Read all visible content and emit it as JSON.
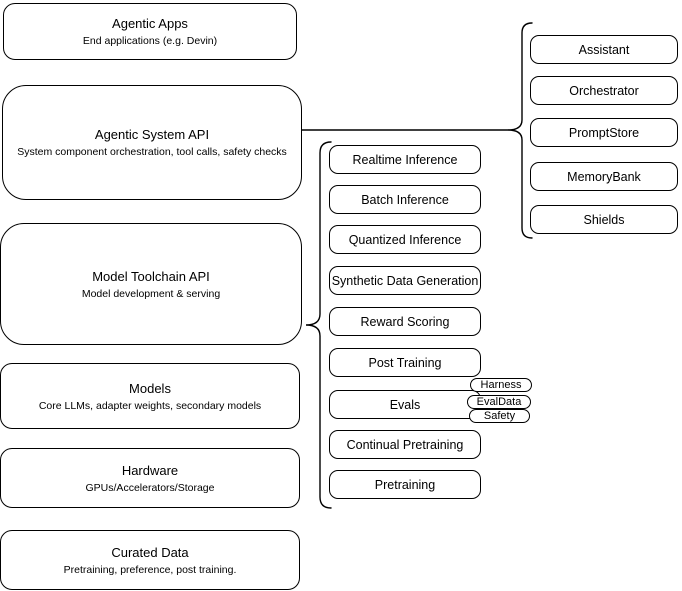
{
  "left_column": [
    {
      "title": "Agentic Apps",
      "subtitle": "End applications (e.g. Devin)"
    },
    {
      "title": "Agentic System API",
      "subtitle": "System component orchestration, tool calls, safety checks"
    },
    {
      "title": "Model Toolchain API",
      "subtitle": "Model development & serving"
    },
    {
      "title": "Models",
      "subtitle": "Core LLMs, adapter weights, secondary models"
    },
    {
      "title": "Hardware",
      "subtitle": "GPUs/Accelerators/Storage"
    },
    {
      "title": "Curated Data",
      "subtitle": "Pretraining, preference, post training."
    }
  ],
  "toolchain_components": [
    "Realtime Inference",
    "Batch Inference",
    "Quantized Inference",
    "Synthetic Data Generation",
    "Reward Scoring",
    "Post Training",
    "Evals",
    "Continual Pretraining",
    "Pretraining"
  ],
  "system_components": [
    "Assistant",
    "Orchestrator",
    "PromptStore",
    "MemoryBank",
    "Shields"
  ],
  "eval_tags": [
    "Harness",
    "EvalData",
    "Safety"
  ],
  "colors": {
    "stroke": "#000000",
    "background": "#ffffff",
    "text": "#000000"
  }
}
